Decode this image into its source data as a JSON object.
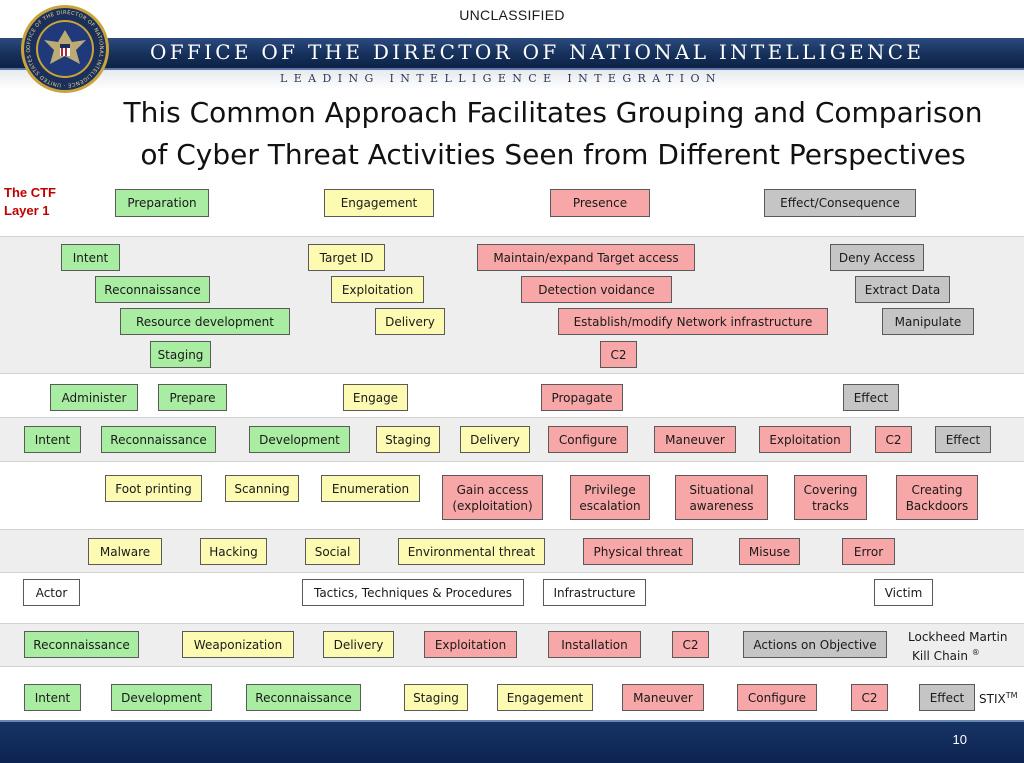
{
  "classification": "UNCLASSIFIED",
  "header": {
    "org_name": "OFFICE OF THE DIRECTOR OF NATIONAL INTELLIGENCE",
    "tagline": "LEADING INTELLIGENCE INTEGRATION",
    "seal_text": "OFFICE OF THE DIRECTOR OF NATIONAL INTELLIGENCE · UNITED STATES OF AMERICA ·"
  },
  "title_lines": [
    "This Common Approach Facilitates Grouping and Comparison",
    "of Cyber Threat Activities Seen from Different Perspectives"
  ],
  "layer_label": [
    "The CTF",
    "Layer 1"
  ],
  "colors": {
    "green": "#a9eda2",
    "yellow": "#fdfbb2",
    "red": "#f7a7a7",
    "gray": "#c5c5c5"
  },
  "rows": {
    "ctf_layer1": [
      "Preparation",
      "Engagement",
      "Presence",
      "Effect/Consequence"
    ],
    "ctf_layer2": {
      "green": [
        "Intent",
        "Reconnaissance",
        "Resource development",
        "Staging"
      ],
      "yellow": [
        "Target ID",
        "Exploitation",
        "Delivery"
      ],
      "red": [
        "Maintain/expand Target access",
        "Detection voidance",
        "Establish/modify Network infrastructure",
        "C2"
      ],
      "gray": [
        "Deny Access",
        "Extract Data",
        "Manipulate"
      ]
    },
    "row3": [
      "Administer",
      "Prepare",
      "Engage",
      "Propagate",
      "Effect"
    ],
    "row4": [
      "Intent",
      "Reconnaissance",
      "Development",
      "Staging",
      "Delivery",
      "Configure",
      "Maneuver",
      "Exploitation",
      "C2",
      "Effect"
    ],
    "row5": [
      "Foot printing",
      "Scanning",
      "Enumeration",
      "Gain access (exploitation)",
      "Privilege escalation",
      "Situational awareness",
      "Covering tracks",
      "Creating Backdoors"
    ],
    "row6": [
      "Malware",
      "Hacking",
      "Social",
      "Environmental threat",
      "Physical threat",
      "Misuse",
      "Error"
    ],
    "row7": [
      "Actor",
      "Tactics, Techniques & Procedures",
      "Infrastructure",
      "Victim"
    ],
    "kill_chain": [
      "Reconnaissance",
      "Weaponization",
      "Delivery",
      "Exploitation",
      "Installation",
      "C2",
      "Actions on Objective"
    ],
    "stix": [
      "Intent",
      "Development",
      "Reconnaissance",
      "Staging",
      "Engagement",
      "Maneuver",
      "Configure",
      "C2",
      "Effect"
    ]
  },
  "side_labels": {
    "kill_chain_line1": "Lockheed Martin",
    "kill_chain_line2": "Kill Chain",
    "kill_chain_mark": "®",
    "stix": "STIX",
    "stix_mark": "TM"
  },
  "footer": {
    "page_number": "10"
  }
}
